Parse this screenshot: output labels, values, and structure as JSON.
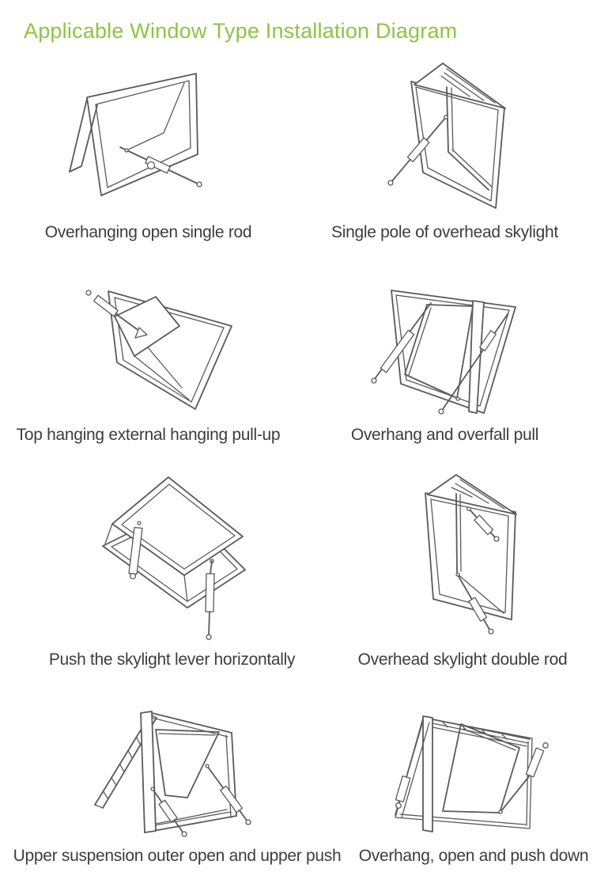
{
  "title": "Applicable Window Type Installation Diagram",
  "theme": {
    "title_color": "#8CC63F",
    "line_color": "#5A5A5A",
    "caption_color": "#3D3D3D",
    "background": "#FFFFFF"
  },
  "figures": [
    {
      "caption": "Overhanging open single rod",
      "icon": "overhanging-open-single-rod-diagram"
    },
    {
      "caption": "Single pole of overhead skylight",
      "icon": "single-pole-overhead-skylight-diagram"
    },
    {
      "caption": "Top hanging external hanging pull-up",
      "icon": "top-hanging-external-pull-up-diagram"
    },
    {
      "caption": "Overhang and overfall pull",
      "icon": "overhang-and-overfall-pull-diagram"
    },
    {
      "caption": "Push the skylight lever horizontally",
      "icon": "push-skylight-lever-horizontal-diagram"
    },
    {
      "caption": "Overhead skylight double rod",
      "icon": "overhead-skylight-double-rod-diagram"
    },
    {
      "caption": "Upper suspension outer open and upper push",
      "icon": "upper-suspension-outer-open-upper-push-diagram"
    },
    {
      "caption": "Overhang, open and push down",
      "icon": "overhang-open-and-push-down-diagram"
    }
  ]
}
